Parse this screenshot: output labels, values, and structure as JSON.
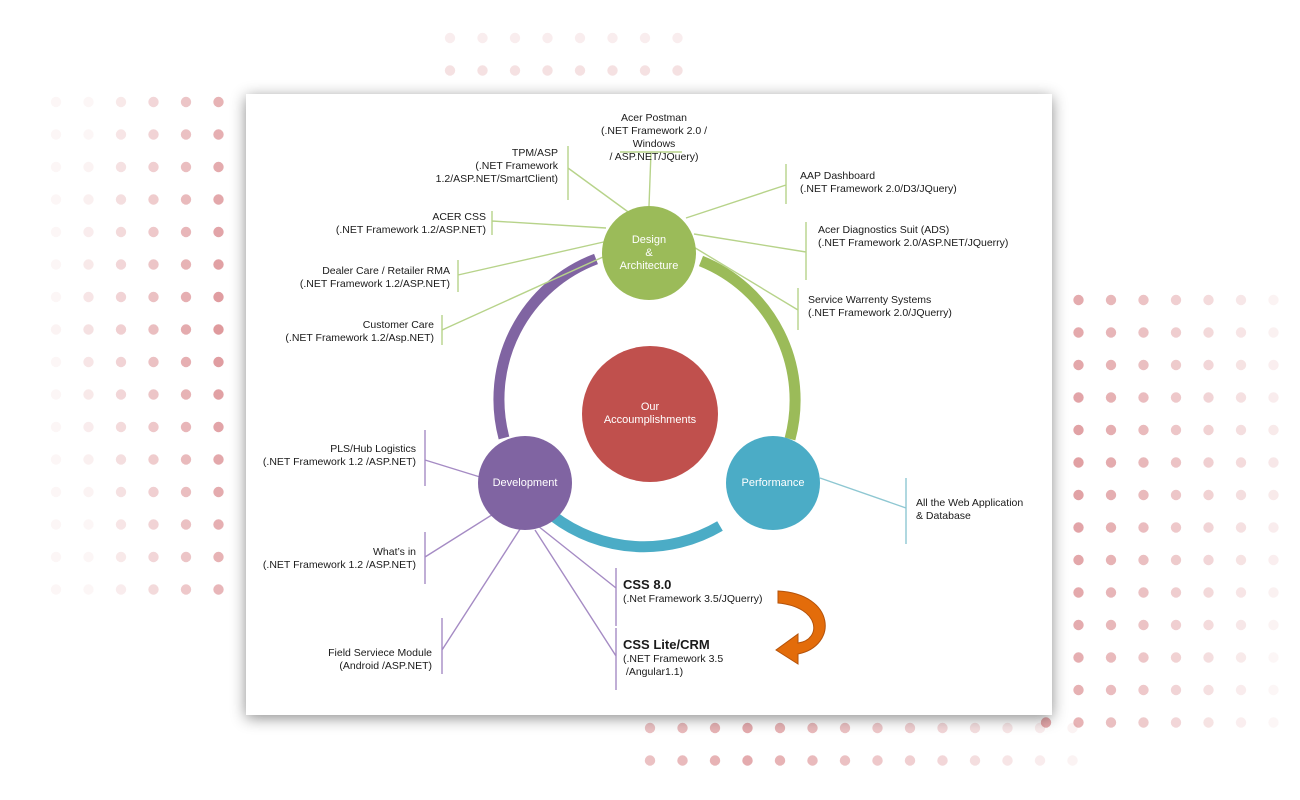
{
  "colors": {
    "design": "#9bbb59",
    "development": "#8064a2",
    "performance": "#4bacc6",
    "center": "#c0504d",
    "design_line": "#b7d38a",
    "development_line": "#a58bc4",
    "performance_line": "#8ec7d2",
    "arrow": "#e36c0a",
    "dots": "#d9888c"
  },
  "nodes": {
    "center": "Our\nAccoumplishments",
    "design": "Design\n&\nArchitecture",
    "development": "Development",
    "performance": "Performance"
  },
  "design_items": [
    {
      "title": "Acer Postman",
      "sub": "(.NET Framework 2.0 / Windows\n/ ASP.NET/JQuery)"
    },
    {
      "title": "TPM/ASP",
      "sub": "(.NET Framework\n1.2/ASP.NET/SmartClient)"
    },
    {
      "title": "AAP Dashboard",
      "sub": "(.NET Framework 2.0/D3/JQuery)"
    },
    {
      "title": "ACER CSS",
      "sub": "(.NET Framework 1.2/ASP.NET)"
    },
    {
      "title": "Acer Diagnostics Suit (ADS)",
      "sub": "(.NET Framework 2.0/ASP.NET/JQuerry)"
    },
    {
      "title": "Dealer Care / Retailer RMA",
      "sub": "(.NET Framework 1.2/ASP.NET)"
    },
    {
      "title": "Service Warrenty Systems",
      "sub": "(.NET Framework 2.0/JQuerry)"
    },
    {
      "title": "Customer Care",
      "sub": "(.NET Framework 1.2/Asp.NET)"
    }
  ],
  "development_items": [
    {
      "title": "PLS/Hub Logistics",
      "sub": "(.NET Framework 1.2 /ASP.NET)"
    },
    {
      "title": "What’s in",
      "sub": "(.NET Framework 1.2 /ASP.NET)"
    },
    {
      "title": "Field Serviece Module",
      "sub": "(Android /ASP.NET)"
    },
    {
      "title": "CSS 8.0",
      "sub": "(.Net Framework 3.5/JQuerry)"
    },
    {
      "title": "CSS Lite/CRM",
      "sub": "(.NET Framework 3.5\n /Angular1.1)"
    }
  ],
  "performance_items": [
    {
      "title": "All the Web Application",
      "sub": "& Database"
    }
  ]
}
